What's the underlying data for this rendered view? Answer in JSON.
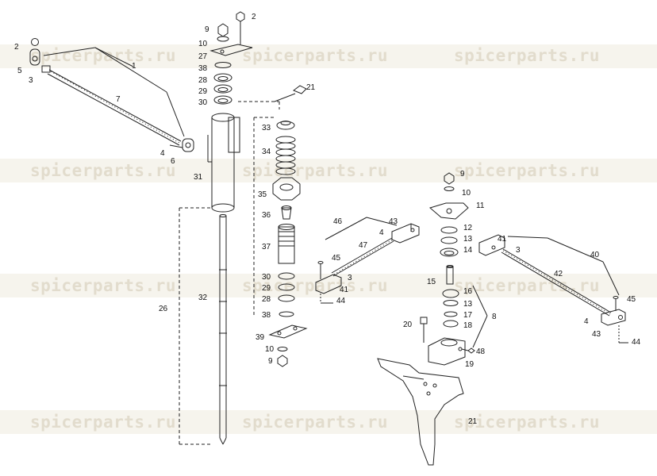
{
  "watermark": "spicerparts.ru",
  "labels": [
    "1",
    "2",
    "3",
    "4",
    "5",
    "6",
    "7",
    "8",
    "9",
    "10",
    "11",
    "12",
    "13",
    "14",
    "15",
    "16",
    "17",
    "18",
    "19",
    "20",
    "21",
    "26",
    "27",
    "28",
    "29",
    "30",
    "31",
    "32",
    "33",
    "34",
    "35",
    "36",
    "37",
    "38",
    "39",
    "40",
    "41",
    "42",
    "43",
    "44",
    "45",
    "46",
    "47",
    "48"
  ]
}
